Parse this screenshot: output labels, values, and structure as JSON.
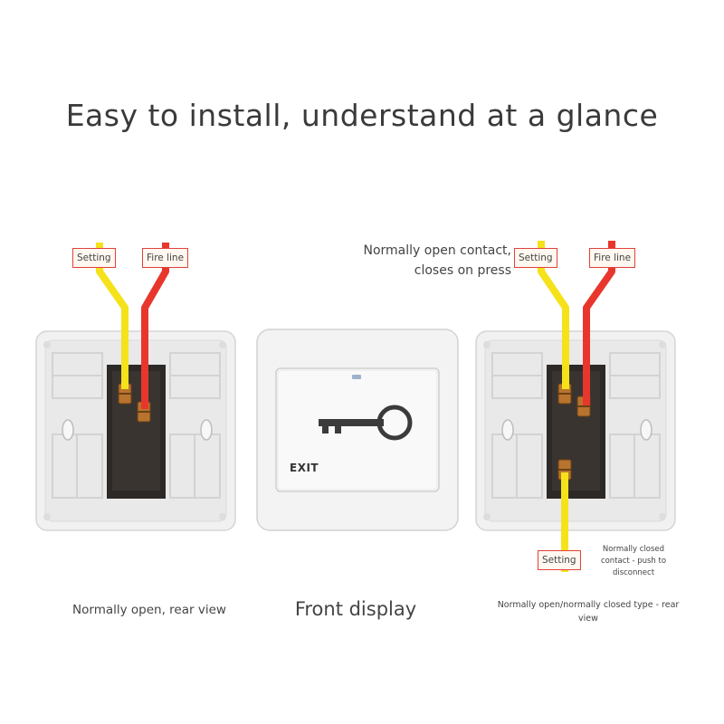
{
  "title": "Easy to install, understand at a glance",
  "labels": {
    "setting": "Setting",
    "fire_line": "Fire line"
  },
  "notes": {
    "no_contact_line1": "Normally open contact,",
    "no_contact_line2": "closes on press",
    "nc_contact_line1": "Normally closed",
    "nc_contact_line2": "contact - push to",
    "nc_contact_line3": "disconnect"
  },
  "button": {
    "exit_text": "EXIT"
  },
  "captions": {
    "left": "Normally open, rear view",
    "center": "Front display",
    "right_line1": "Normally open/normally closed type - rear",
    "right_line2": "view"
  },
  "colors": {
    "wire_yellow": "#f5e21b",
    "wire_red": "#e8362d",
    "label_border": "#e0433b",
    "panel": "#f1f1f1",
    "terminal_block": "#2d2926"
  }
}
